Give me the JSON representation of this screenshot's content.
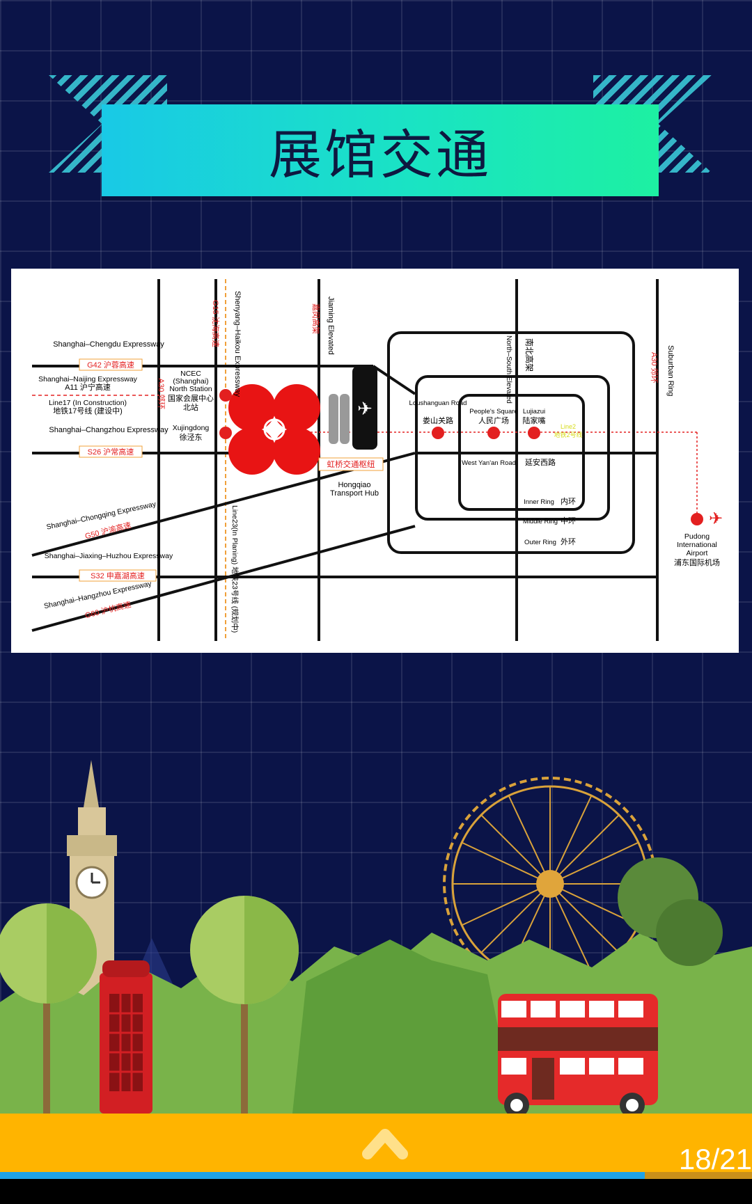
{
  "header": {
    "title": "展馆交通"
  },
  "map": {
    "roads_left": [
      {
        "en": "Shanghai–Chengdu\nExpressway",
        "sign": "G42 沪蓉高速"
      },
      {
        "en": "Shanghai–Naijing Expressway",
        "cn": "A11 沪宁高速"
      },
      {
        "en": "Line17 (In Construction)",
        "cn": "地铁17号线 (建设中)"
      },
      {
        "en": "Shanghai–Changzhou\nExpressway",
        "sign": "S26 沪常高速"
      },
      {
        "en": "Shanghai–Chongqing\nExpressway",
        "sign": "G50 沪渝高速"
      },
      {
        "en": "Shanghai–Jiaxing–Huzhou\nExpressway",
        "sign": "S32 申嘉湖高速"
      },
      {
        "en": "Shanghai–Hangzhou\nExpressway",
        "sign": "G60 沪杭高速"
      }
    ],
    "ncec": {
      "l1": "NCEC",
      "l2": "(Shanghai)",
      "l3": "North Station",
      "l4": "国家会展中心",
      "l5": "北站"
    },
    "xujingdong": {
      "en": "Xujingdong",
      "cn": "徐泾东"
    },
    "a30_left": "A30 郊环",
    "g15": "G15 沈海高速",
    "shenyang": "Shenyang–Haikou\nExpressway",
    "line2": "Line23(In Planing)\n地铁23号线 (规划中)",
    "jiaming_cn": "嘉闵高架",
    "jiaming_en": "Jiaming Elevated",
    "hongqiao_cn": "虹桥交通枢纽",
    "hongqiao_en1": "Hongqiao",
    "hongqiao_en2": "Transport Hub",
    "north_south_cn": "南北高架",
    "north_south_en": "North–South\nElevated",
    "a30_right": "A30 郊环",
    "suburban": "Suburban Ring",
    "loushanguan_en": "Loushanguan\nRoad",
    "loushanguan_cn": "娄山关路",
    "peoples_en": "People's Square",
    "peoples_cn": "人民广场",
    "lujiazui_en": "Lujiazui",
    "lujiazui_cn": "陆家嘴",
    "line2_label": "Line2",
    "line2_cn": "地铁2号线",
    "yanan_en": "West Yan'an Road",
    "yanan_cn": "延安西路",
    "inner_en": "Inner Ring",
    "inner_cn": "内环",
    "middle_en": "Middle Ring",
    "middle_cn": "中环",
    "outer_en": "Outer Ring",
    "outer_cn": "外环",
    "pudong_l1": "Pudong",
    "pudong_l2": "International",
    "pudong_l3": "Airport",
    "pudong_cn": "浦东国际机场"
  },
  "footer": {
    "page": "18/21",
    "progress": 0.857
  },
  "colors": {
    "background": "#0b1448",
    "footer": "#ffb400",
    "progress": "#1fa2e6",
    "accent_red": "#e32020"
  }
}
